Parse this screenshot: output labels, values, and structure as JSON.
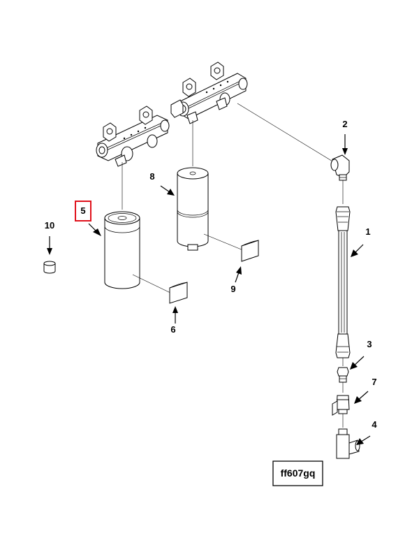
{
  "diagram": {
    "drawing_code": "ff607gq",
    "highlight_color": "#e0111b",
    "line_color": "#000000",
    "background": "#ffffff",
    "callouts": [
      {
        "id": "c1",
        "label": "1"
      },
      {
        "id": "c2",
        "label": "2"
      },
      {
        "id": "c3",
        "label": "3"
      },
      {
        "id": "c4",
        "label": "4"
      },
      {
        "id": "c5",
        "label": "5",
        "highlighted": true
      },
      {
        "id": "c6",
        "label": "6"
      },
      {
        "id": "c7",
        "label": "7"
      },
      {
        "id": "c8",
        "label": "8"
      },
      {
        "id": "c9",
        "label": "9"
      },
      {
        "id": "c10",
        "label": "10"
      }
    ]
  }
}
